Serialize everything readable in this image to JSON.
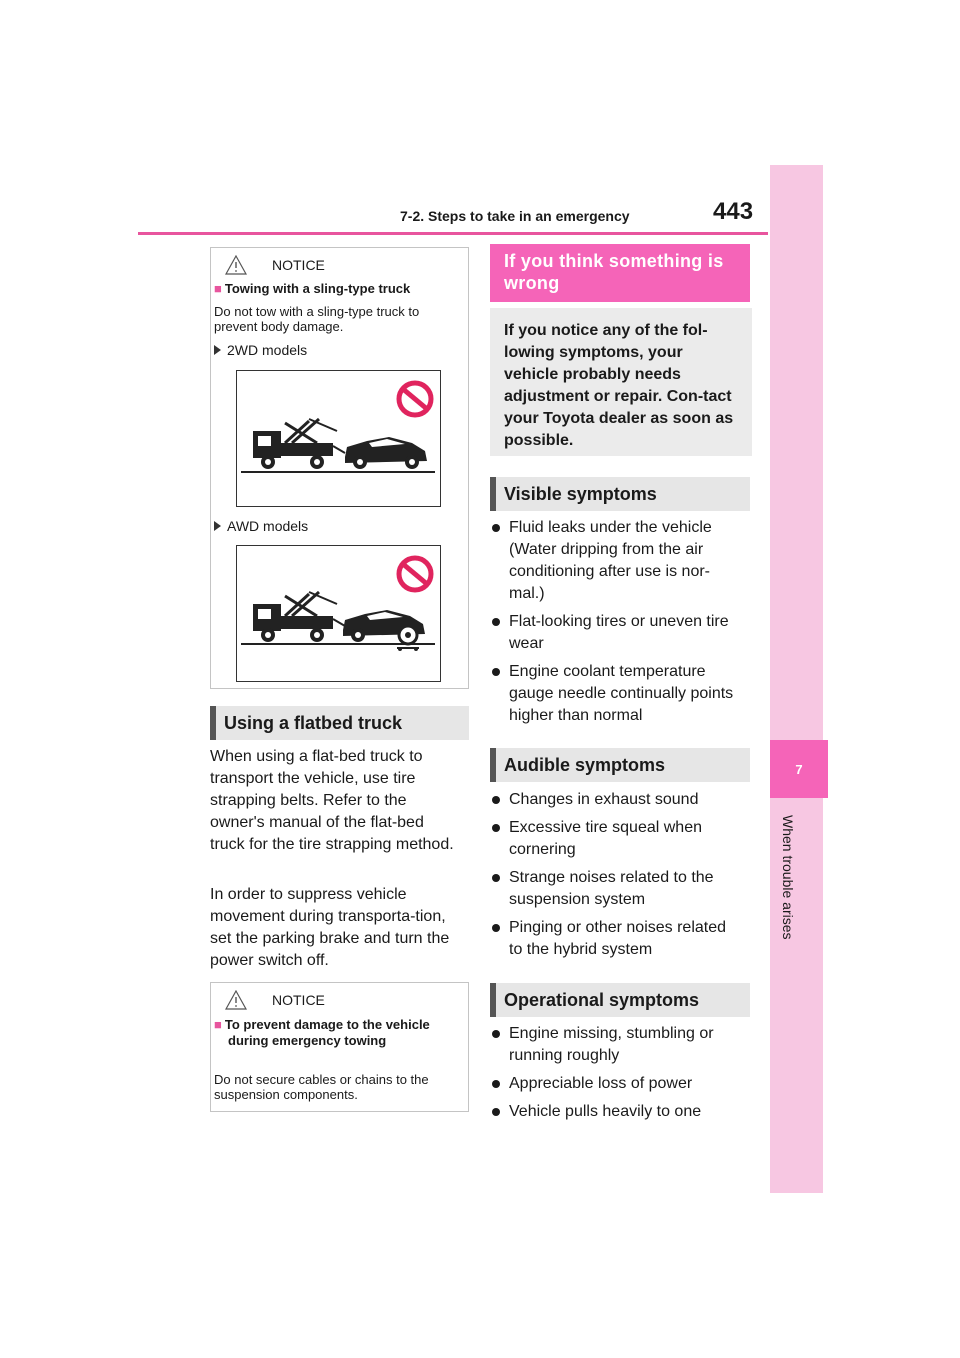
{
  "header": {
    "section": "7-2. Steps to take in an emergency",
    "page_number": "443"
  },
  "side_tab": {
    "chapter_number": "7",
    "chapter_title": "When trouble arises"
  },
  "notice1": {
    "label": "NOTICE",
    "title": "Towing with a sling-type truck",
    "body": "Do not tow with a sling-type truck to prevent body damage.",
    "models": [
      "2WD models",
      "AWD models"
    ]
  },
  "flatbed": {
    "heading": "Using a flatbed truck",
    "paragraphs": [
      "When using a flat-bed truck to transport the vehicle, use tire strapping belts. Refer to the owner's manual of the flat-bed truck for the tire strapping method.",
      "In order to suppress vehicle movement during transporta-tion, set the parking brake and turn the power switch off."
    ]
  },
  "notice2": {
    "label": "NOTICE",
    "title": "To prevent damage to the vehicle during emergency towing",
    "body": "Do not secure cables or chains to the suspension components."
  },
  "wrong": {
    "heading": "If you think something is wrong",
    "intro": "If you notice any of the fol-lowing symptoms, your vehicle probably needs adjustment or repair. Con-tact your Toyota dealer as soon as possible.",
    "visible": {
      "heading": "Visible symptoms",
      "items": [
        "Fluid leaks under the vehicle (Water dripping from the air conditioning after use is nor-mal.)",
        "Flat-looking tires or uneven tire wear",
        "Engine coolant temperature gauge needle continually points higher than normal"
      ]
    },
    "audible": {
      "heading": "Audible symptoms",
      "items": [
        "Changes in exhaust sound",
        "Excessive tire squeal when cornering",
        "Strange noises related to the suspension system",
        "Pinging or other noises related to the hybrid system"
      ]
    },
    "operational": {
      "heading": "Operational symptoms",
      "items": [
        "Engine missing, stumbling or running roughly",
        "Appreciable loss of power",
        "Vehicle pulls heavily to one"
      ]
    }
  },
  "colors": {
    "accent_pink": "#f564b8",
    "header_line": "#e8559e",
    "side_strip": "#f7c7e2",
    "prohibit_red": "#e0245e"
  },
  "icons": [
    "warning-triangle-icon",
    "prohibition-icon",
    "tow-truck-illustration"
  ]
}
